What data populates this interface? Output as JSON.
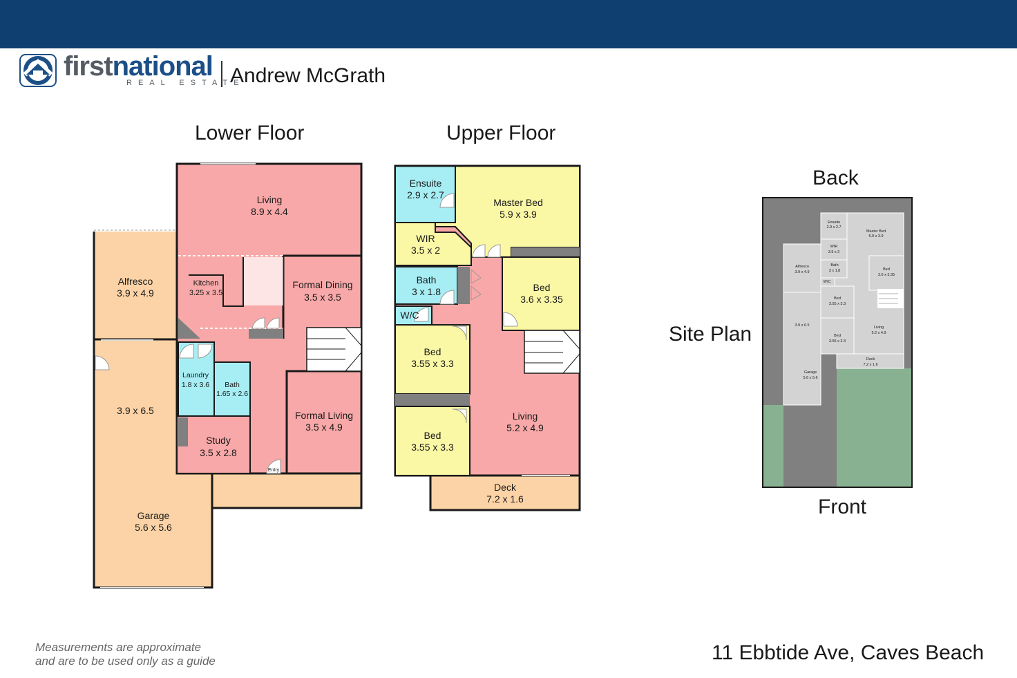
{
  "brand": {
    "name_part1": "first",
    "name_part2": "national",
    "sub": "REAL ESTATE",
    "agent": "Andrew McGrath"
  },
  "colors": {
    "topbar": "#0e3f70",
    "living": "#f8a8a8",
    "outdoor": "#fbd3a6",
    "wet": "#a6eef4",
    "bed": "#faf7a5",
    "wall": "#808080",
    "lawn": "#88b191"
  },
  "headings": {
    "lower": "Lower Floor",
    "upper": "Upper Floor",
    "site": "Site Plan",
    "back": "Back",
    "front": "Front"
  },
  "lower_rooms": {
    "living": {
      "name": "Living",
      "size": "8.9 x 4.4"
    },
    "alfresco": {
      "name": "Alfresco",
      "size": "3.9 x 4.9"
    },
    "kitchen": {
      "name": "Kitchen",
      "size": "3.25 x 3.5"
    },
    "formal_dining": {
      "name": "Formal Dining",
      "size": "3.5 x 3.5"
    },
    "laundry": {
      "name": "Laundry",
      "size": "1.8 x 3.6"
    },
    "bath": {
      "name": "Bath",
      "size": "1.65 x 2.6"
    },
    "garage_rear": {
      "size": "3.9 x 6.5"
    },
    "formal_living": {
      "name": "Formal Living",
      "size": "3.5 x 4.9"
    },
    "study": {
      "name": "Study",
      "size": "3.5 x 2.8"
    },
    "entry": {
      "name": "Entry"
    },
    "garage": {
      "name": "Garage",
      "size": "5.6 x 5.6"
    }
  },
  "upper_rooms": {
    "ensuite": {
      "name": "Ensuite",
      "size": "2.9 x 2.7"
    },
    "master_bed": {
      "name": "Master Bed",
      "size": "5.9 x 3.9"
    },
    "wir": {
      "name": "WIR",
      "size": "3.5 x 2"
    },
    "bath": {
      "name": "Bath",
      "size": "3 x 1.8"
    },
    "bed1": {
      "name": "Bed",
      "size": "3.6 x 3.35"
    },
    "wc": {
      "name": "W/C"
    },
    "bed2": {
      "name": "Bed",
      "size": "3.55 x 3.3"
    },
    "bed3": {
      "name": "Bed",
      "size": "3.55 x 3.3"
    },
    "living": {
      "name": "Living",
      "size": "5.2 x 4.9"
    },
    "deck": {
      "name": "Deck",
      "size": "7.2 x 1.6"
    }
  },
  "footer": {
    "disclaimer_line1": "Measurements are approximate",
    "disclaimer_line2": "and are to be used only as a guide",
    "address": "11 Ebbtide Ave, Caves Beach"
  }
}
